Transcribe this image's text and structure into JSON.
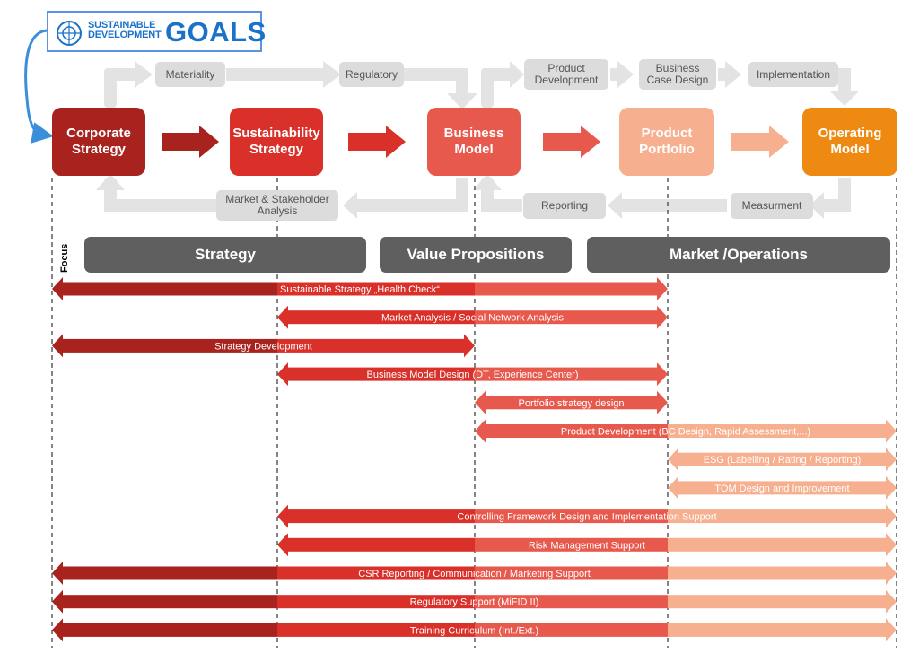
{
  "logo": {
    "line1": "SUSTAINABLE",
    "line2": "DEVELOPMENT",
    "word": "GOALS"
  },
  "stages": [
    {
      "id": "corporate",
      "label_1": "Corporate",
      "label_2": "Strategy",
      "color": "#a8231e"
    },
    {
      "id": "sustainability",
      "label_1": "Sustainability",
      "label_2": "Strategy",
      "color": "#d9302a"
    },
    {
      "id": "business",
      "label_1": "Business",
      "label_2": "Model",
      "color": "#e8594d"
    },
    {
      "id": "portfolio",
      "label_1": "Product",
      "label_2": "Portfolio",
      "color": "#f6b08f"
    },
    {
      "id": "operating",
      "label_1": "Operating",
      "label_2": "Model",
      "color": "#ee8a12"
    }
  ],
  "top_flow": {
    "materiality": "Materiality",
    "regulatory": "Regulatory",
    "product_development_1": "Product",
    "product_development_2": "Development",
    "business_case_1": "Business",
    "business_case_2": "Case Design",
    "implementation": "Implementation"
  },
  "bottom_flow": {
    "market_1": "Market & Stakeholder",
    "market_2": "Analysis",
    "reporting": "Reporting",
    "measurement": "Measurment"
  },
  "focus": {
    "label": "Focus",
    "strategy": "Strategy",
    "value_propositions": "Value Propositions",
    "market_operations": "Market /Operations"
  },
  "colors": {
    "dark_red": "#a8231e",
    "red": "#d9302a",
    "salmon": "#e8594d",
    "peach": "#f6b08f",
    "orange": "#ee8a12",
    "grey_arrow": "#e3e3e3"
  },
  "services": [
    {
      "label": "Sustainable Strategy „Health Check“",
      "start": 0,
      "end": 3
    },
    {
      "label": "Market Analysis / Social Network Analysis",
      "start": 1,
      "end": 3
    },
    {
      "label": "Strategy Development",
      "start": 0,
      "end": 2
    },
    {
      "label": "Business Model Design (DT, Experience Center)",
      "start": 1,
      "end": 3
    },
    {
      "label": "Portfolio strategy design",
      "start": 2,
      "end": 3
    },
    {
      "label": "Product Development (BC Design, Rapid Assessment,...)",
      "start": 2,
      "end": 4
    },
    {
      "label": "ESG (Labelling / Rating / Reporting)",
      "start": 3,
      "end": 4
    },
    {
      "label": "TOM Design and Improvement",
      "start": 3,
      "end": 4
    },
    {
      "label": "Controlling  Framework Design and Implementation Support",
      "start": 1,
      "end": 4
    },
    {
      "label": "Risk Management Support",
      "start": 1,
      "end": 4
    },
    {
      "label": "CSR Reporting / Communication / Marketing Support",
      "start": 0,
      "end": 4
    },
    {
      "label": "Regulatory Support (MiFID II)",
      "start": 0,
      "end": 4
    },
    {
      "label": "Training Curriculum (Int./Ext.)",
      "start": 0,
      "end": 4
    }
  ]
}
